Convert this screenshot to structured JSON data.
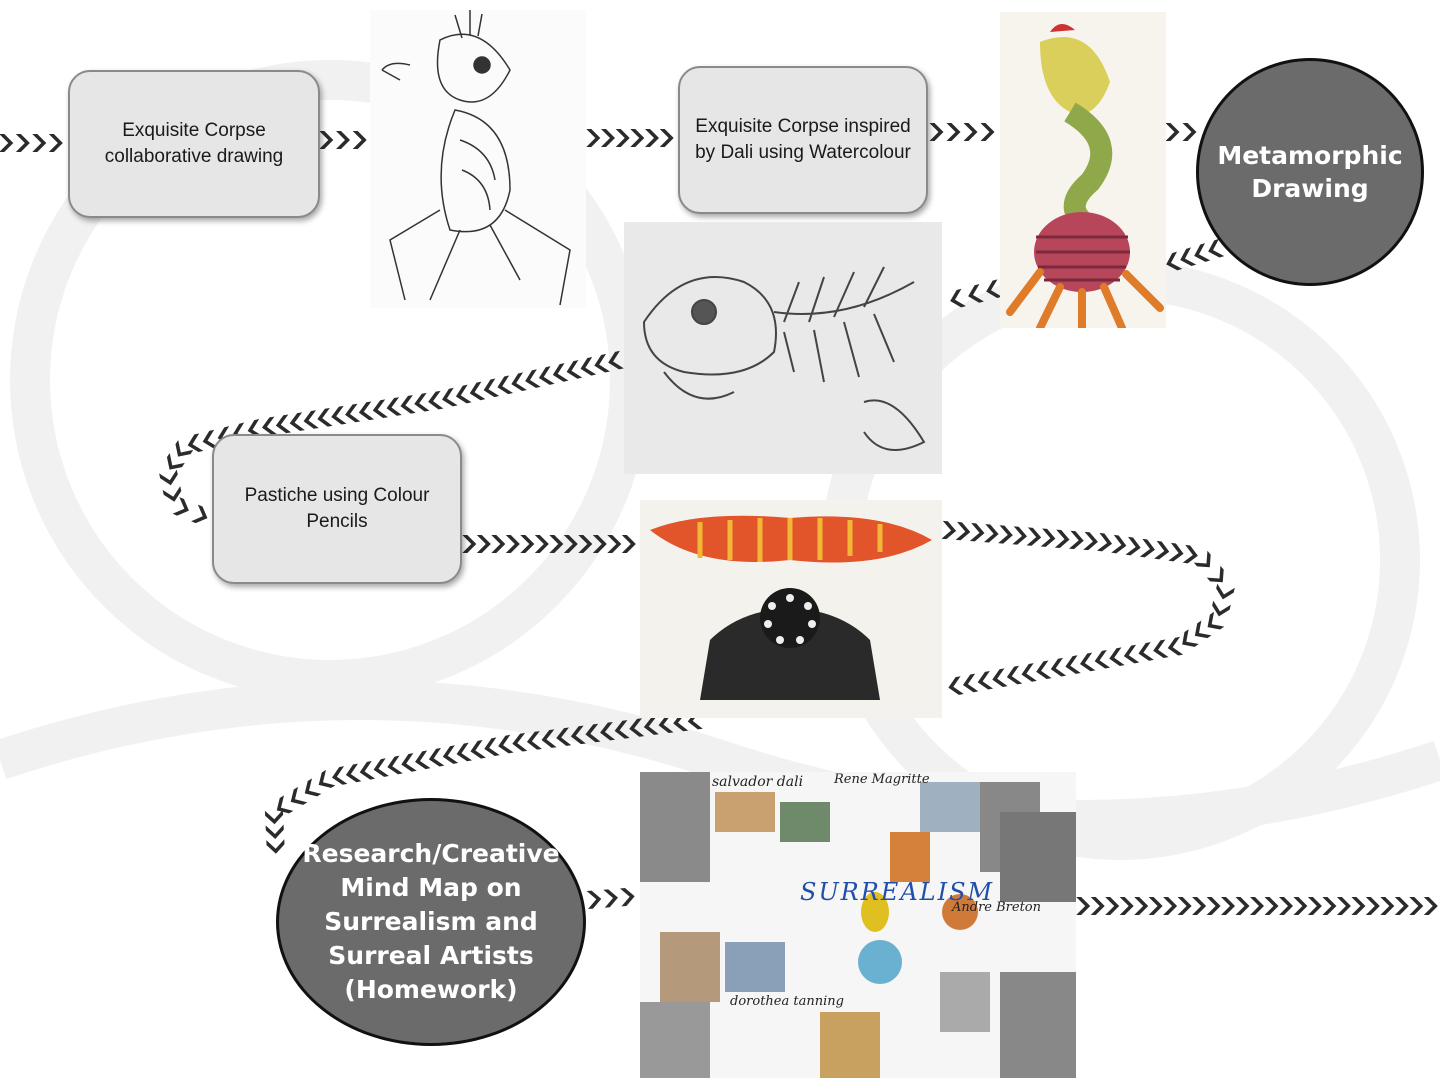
{
  "steps": {
    "exquisite_corpse_collab": "Exquisite Corpse collaborative drawing",
    "exquisite_corpse_dali": "Exquisite Corpse inspired by Dali using Watercolour",
    "metamorphic": "Metamorphic Drawing",
    "pastiche": "Pastiche using Colour Pencils",
    "research": "Research/Creative Mind Map on Surrealism and Surreal Artists (Homework)"
  },
  "collage": {
    "title": "SURREALISM",
    "artist_labels": [
      "salvador dali",
      "Rene Magritte",
      "Andre Breton",
      "dorothea tanning"
    ]
  },
  "colors": {
    "chevron": "#2b2b2b",
    "box_fill": "#e6e6e6",
    "circle_fill": "#6b6b6b"
  },
  "icons": [
    "chevron-arrow-icon"
  ]
}
